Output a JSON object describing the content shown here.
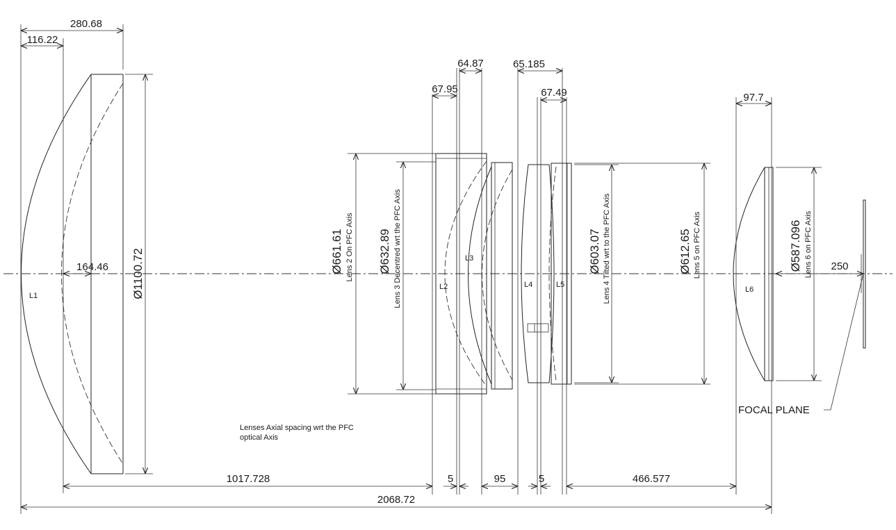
{
  "dimensions": {
    "l1_overall_thickness": "280.68",
    "l1_partial": "116.22",
    "l1_center": "164.46",
    "l1_diameter": "Ø1100.72",
    "l2_thickness": "67.95",
    "l3_thickness": "64.87",
    "l4_thickness": "65.185",
    "l5_thickness": "67.49",
    "l6_thickness": "97.7",
    "l2_diameter": "Ø661.61",
    "l3_diameter": "Ø632.89",
    "l4_diameter": "Ø603.07",
    "l5_diameter": "Ø612.65",
    "l6_diameter": "Ø587.096",
    "focal_plane_height": "250",
    "gap_l1_l2": "1017.728",
    "gap_l2_l3": "5",
    "gap_l3_l4": "95",
    "gap_l4_l5": "5",
    "gap_l5_l6": "466.577",
    "total_length": "2068.72"
  },
  "annotations": {
    "l2_note": "Lens 2 On PFC Axis",
    "l3_note": "Lens 3 Decentred wrt the PFC Axis",
    "l4_note": "Lens 4 Tilted wrt to the PFC Axis",
    "l5_note": "Lens 5 on PFC Axis",
    "l6_note": "Lens 6 on PFC Axis",
    "spacing_note_line1": "Lenses Axial spacing wrt the PFC",
    "spacing_note_line2": "optical Axis",
    "focal_plane": "FOCAL PLANE"
  },
  "lens_labels": [
    "L1",
    "L2",
    "L3",
    "L4",
    "L5",
    "L6"
  ]
}
